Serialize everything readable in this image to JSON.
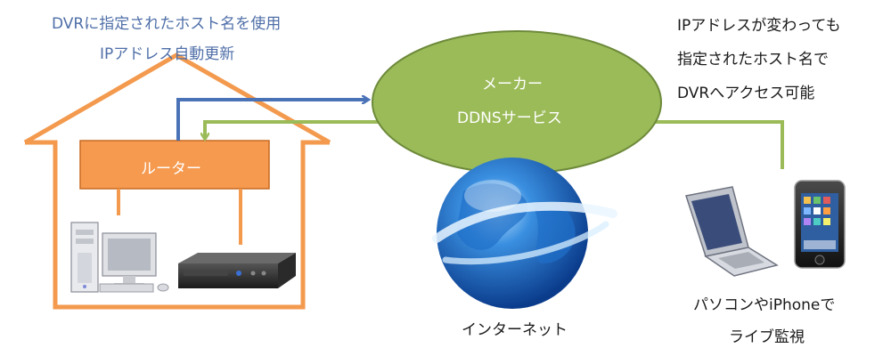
{
  "notes": {
    "left_line1": "DVRに指定されたホスト名を使用",
    "left_line2": "IPアドレス自動更新",
    "right_line1": "IPアドレスが変わっても",
    "right_line2": "指定されたホスト名で",
    "right_line3": "DVRへアクセス可能"
  },
  "router": {
    "label": "ルーター"
  },
  "ddns": {
    "line1": "メーカー",
    "line2": "DDNSサービス"
  },
  "internet": {
    "label": "インターネット"
  },
  "clients": {
    "line1": "パソコンやiPhoneで",
    "line2": "ライブ監視"
  },
  "colors": {
    "house": "#f39a4e",
    "router_fill": "#f59a4f",
    "ddns_fill": "#9bbb59",
    "blue_arrow": "#4a72b6",
    "green_arrow": "#9bbb59",
    "note_blue": "#4f6fa8"
  }
}
